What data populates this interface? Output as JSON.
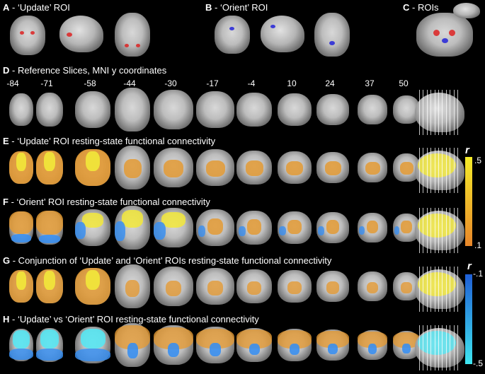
{
  "panels": {
    "a": {
      "letter": "A",
      "title": " - ‘Update’ ROI"
    },
    "b": {
      "letter": "B",
      "title": " - ‘Orient’ ROI"
    },
    "c": {
      "letter": "C",
      "title": " - ROIs"
    },
    "d": {
      "letter": "D",
      "title": " - Reference Slices, MNI y coordinates"
    },
    "e": {
      "letter": "E",
      "title": " - ‘Update’ ROI resting-state functional connectivity"
    },
    "f": {
      "letter": "F",
      "title": " - ‘Orient’ ROI resting-state functional connectivity"
    },
    "g": {
      "letter": "G",
      "title": " - Conjunction of ‘Update’ and ‘Orient’ ROIs resting-state functional connectivity"
    },
    "h": {
      "letter": "H",
      "title": " - ‘Update’ vs ‘Orient’ ROI resting-state functional connectivity"
    }
  },
  "slices": [
    "-84",
    "-71",
    "-58",
    "-44",
    "-30",
    "-17",
    "-4",
    "10",
    "24",
    "37",
    "50"
  ],
  "colorbars": {
    "positive": {
      "label": "r",
      "max": ".5",
      "min": ".1",
      "colors": [
        "#f5ec2a",
        "#e8862a"
      ]
    },
    "negative": {
      "label": "r",
      "max": "-.1",
      "min": "-.5",
      "colors": [
        "#1f5fd6",
        "#3fe6f0"
      ]
    }
  },
  "colors": {
    "update_roi": "#d22",
    "orient_roi": "#2323d8",
    "pos_high": "#f2e83a",
    "pos_low": "#e39a34",
    "neg_low": "#3a8ff0",
    "neg_high": "#56e6f2"
  }
}
